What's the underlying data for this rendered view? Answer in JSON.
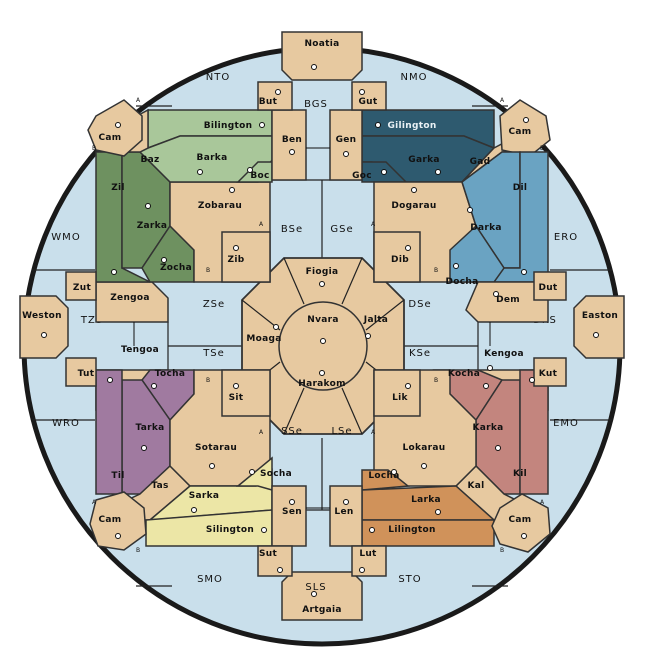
{
  "colors": {
    "water": "#c9dfeb",
    "land": "#e7c9a0",
    "rim": "#1a1a1a",
    "border": "#333333",
    "nw_light": "#a9c79a",
    "nw_dark": "#6e9160",
    "ne_dark": "#2e5a6f",
    "ne_light": "#6aa3c2",
    "sw_dark": "#a07aa0",
    "sw_light": "#ece6a6",
    "se_dark": "#c3857e",
    "se_light": "#d0925a"
  },
  "labels": {
    "noatia": "Noatia",
    "artgaia": "Artgaia",
    "weston": "Weston",
    "easton": "Easton",
    "nto": "NTO",
    "nmo": "NMO",
    "wmo": "WMO",
    "emo": "EMO",
    "smo": "SMO",
    "sto": "STO",
    "wro": "WRO",
    "ero": "ERO",
    "bgs": "BGS",
    "sls": "SLS",
    "tzs": "TZS",
    "dks": "DKS",
    "bse": "BSe",
    "gse": "GSe",
    "zse": "ZSe",
    "dse": "DSe",
    "tse": "TSe",
    "kse": "KSe",
    "sse": "SSe",
    "lse": "LSe",
    "fiogia": "Fiogia",
    "nvara": "Nvara",
    "jalta": "Jalta",
    "moaga": "Moaga",
    "harakom": "Harakom",
    "cam_nw": "Cam",
    "cam_ne": "Cam",
    "cam_sw": "Cam",
    "cam_se": "Cam",
    "but": "But",
    "gut": "Gut",
    "sut": "Sut",
    "lut": "Lut",
    "zut": "Zut",
    "dut": "Dut",
    "tut": "Tut",
    "kut": "Kut",
    "bilington": "Bilington",
    "barka": "Barka",
    "baz": "Baz",
    "ben": "Ben",
    "boc": "Boc",
    "zobarau": "Zobarau",
    "zib": "Zib",
    "zil": "Zil",
    "zarka": "Zarka",
    "zocha": "Zocha",
    "zengoa": "Zengoa",
    "gilington": "Gilington",
    "garka": "Garka",
    "gad": "Gad",
    "gen": "Gen",
    "goc": "Goc",
    "dogarau": "Dogarau",
    "dib": "Dib",
    "dil": "Dil",
    "darka": "Darka",
    "docha": "Docha",
    "dem": "Dem",
    "tengoa": "Tengoa",
    "tocha": "Tocha",
    "tarka": "Tarka",
    "til": "Til",
    "tas": "Tas",
    "sotarau": "Sotarau",
    "sit": "Sit",
    "socha": "Socha",
    "sarka": "Sarka",
    "silington": "Silington",
    "sen": "Sen",
    "kengoa": "Kengoa",
    "kocha": "Kocha",
    "karka": "Karka",
    "kil": "Kil",
    "kal": "Kal",
    "lokarau": "Lokarau",
    "lik": "Lik",
    "locha": "Locha",
    "larka": "Larka",
    "lilington": "Lilington",
    "len": "Len",
    "a": "A",
    "b": "B"
  }
}
